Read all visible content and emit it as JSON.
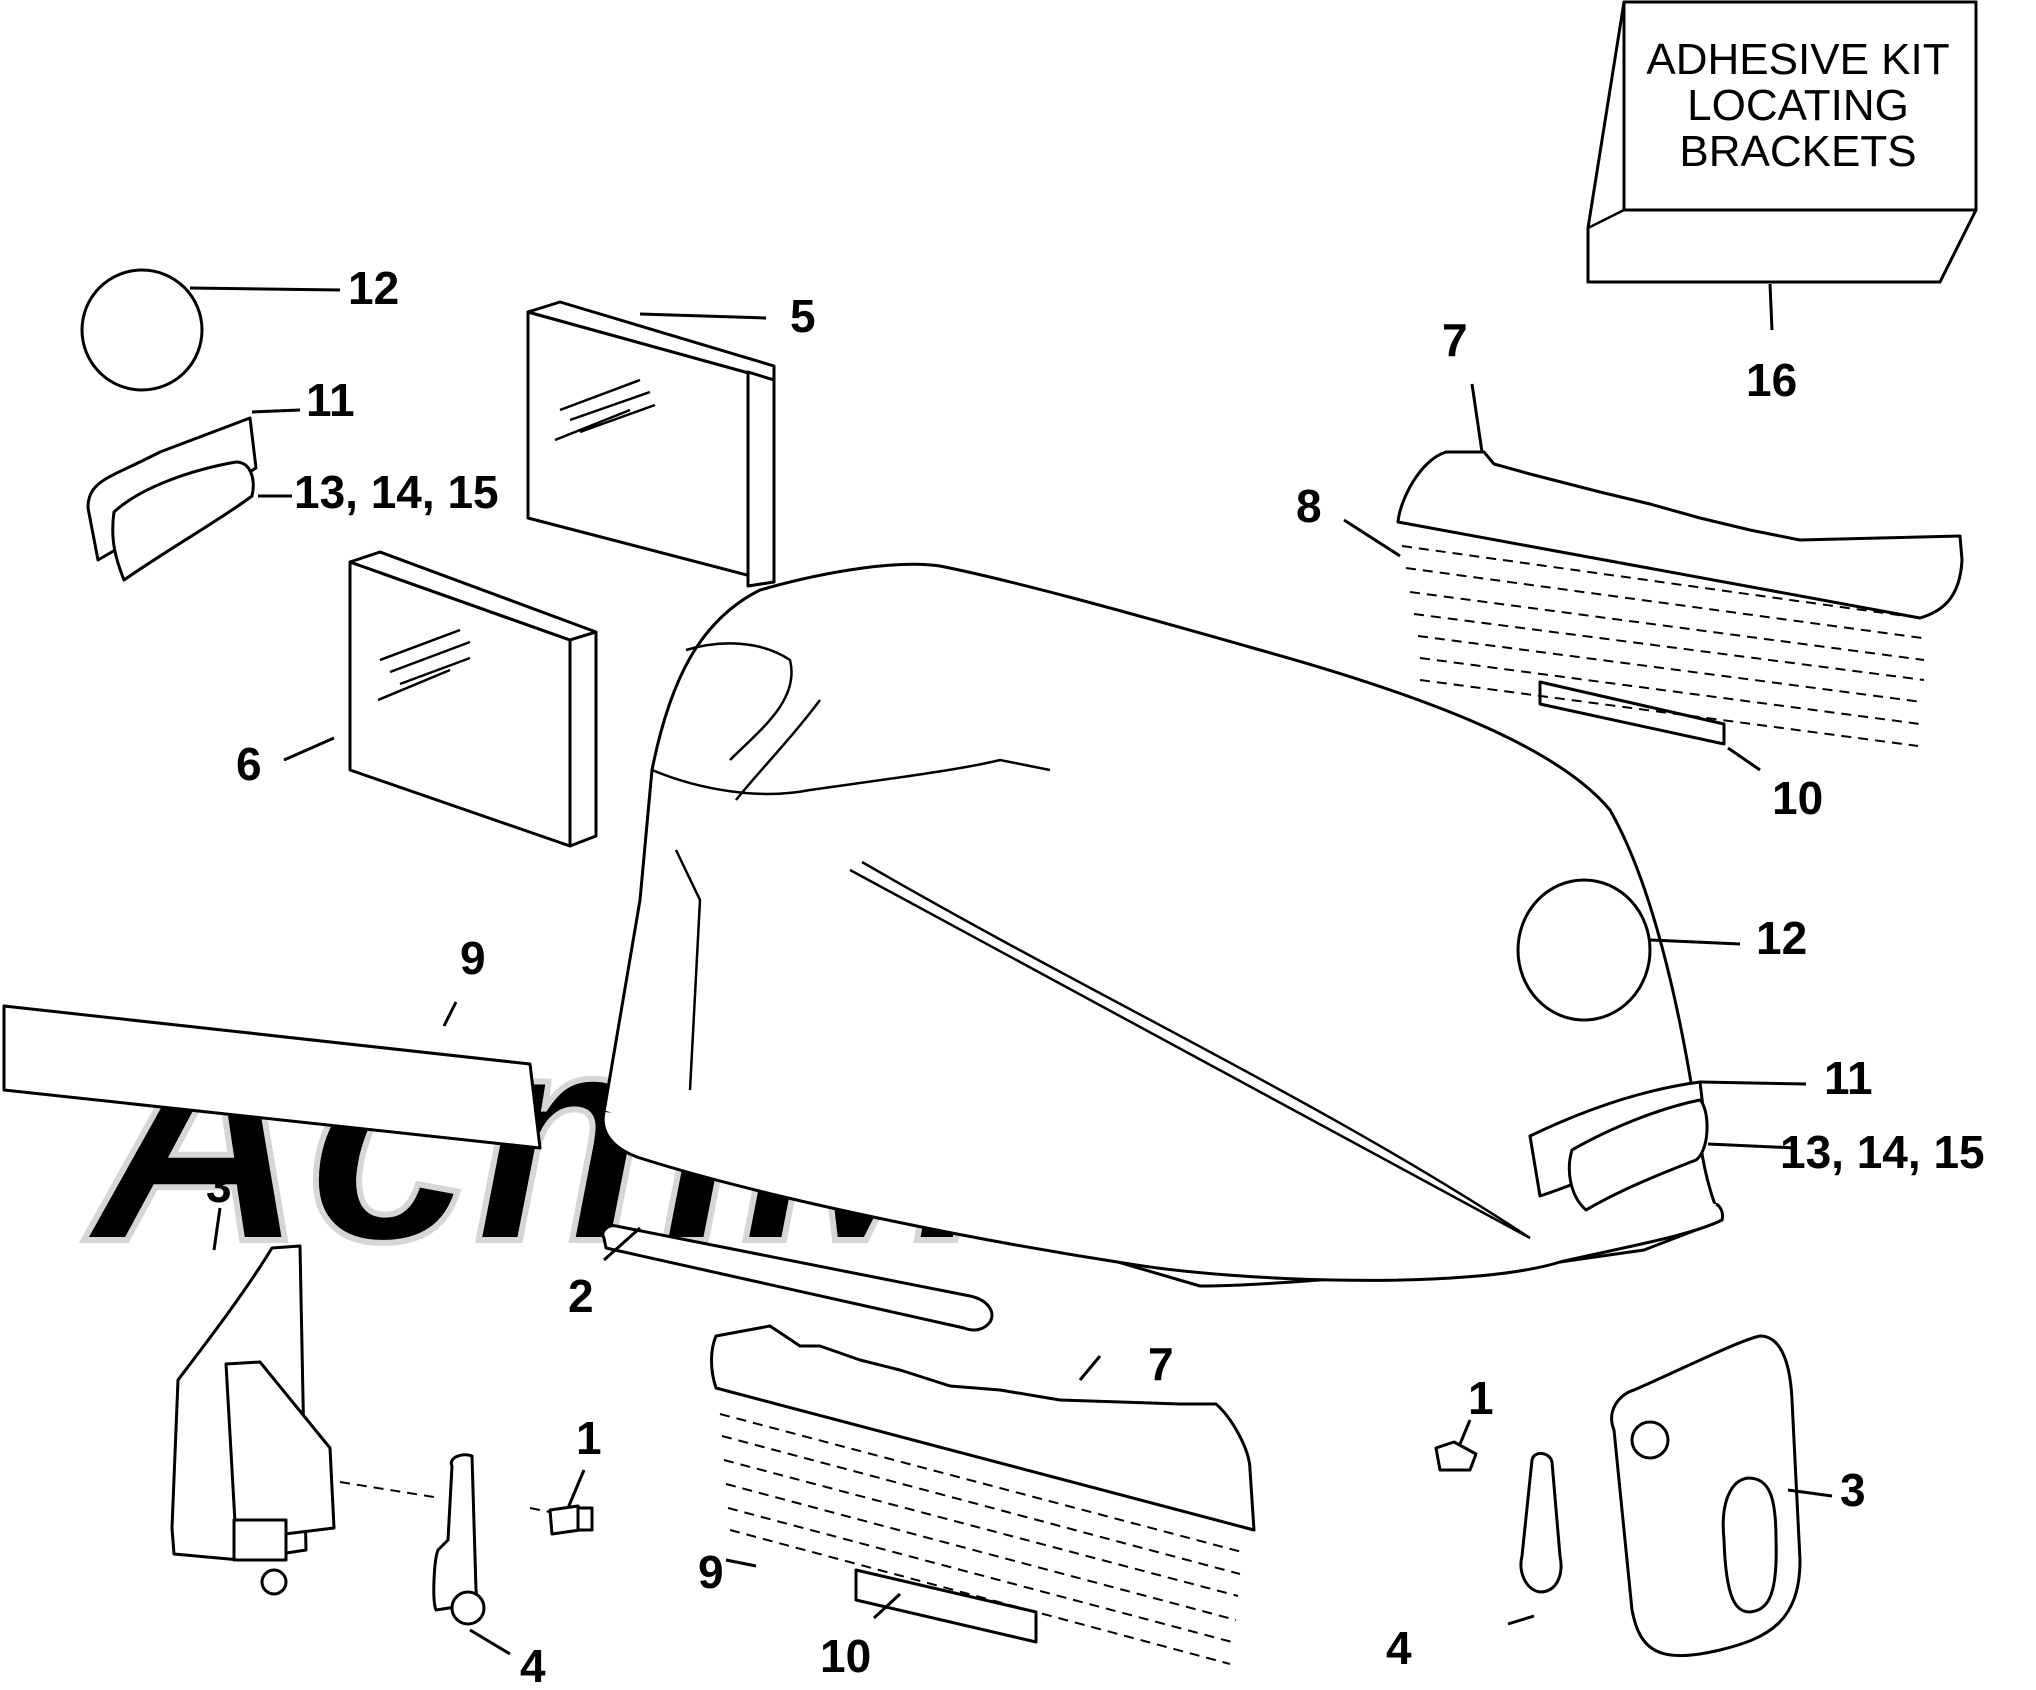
{
  "kit_label": [
    "ADHESIVE KIT",
    "LOCATING",
    "BRACKETS"
  ],
  "watermark": "AcmMoto",
  "callouts": {
    "c12a": "12",
    "c5": "5",
    "c11a": "11",
    "c13a": "13, 14, 15",
    "c6": "6",
    "c9a": "9",
    "c3a": "3",
    "c2": "2",
    "c1a": "1",
    "c4a": "4",
    "c7a": "7",
    "c9b": "9",
    "c10a": "10",
    "c1b": "1",
    "c4b": "4",
    "c3b": "3",
    "c16": "16",
    "c7b": "7",
    "c8": "8",
    "c10b": "10",
    "c12b": "12",
    "c11b": "11",
    "c13b": "13, 14, 15"
  }
}
